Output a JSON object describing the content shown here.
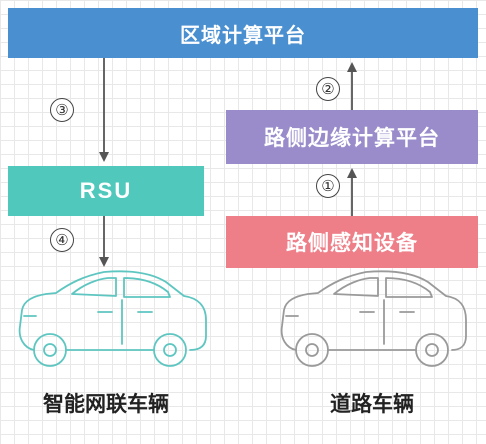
{
  "top_bar": {
    "label": "区域计算平台",
    "color": "#4a8fd0"
  },
  "edge_platform": {
    "label": "路侧边缘计算平台",
    "color": "#9a8ccb"
  },
  "rsu": {
    "label": "RSU",
    "color": "#50c8bb"
  },
  "roadside_sensors": {
    "label": "路侧感知设备",
    "color": "#ee7f89"
  },
  "steps": [
    "①",
    "②",
    "③",
    "④"
  ],
  "connected_vehicle": {
    "label": "智能网联车辆",
    "icon": "car-icon",
    "color": "#5ec6c1"
  },
  "road_vehicle": {
    "label": "道路车辆",
    "icon": "car-icon",
    "color": "#9a9a9a"
  }
}
